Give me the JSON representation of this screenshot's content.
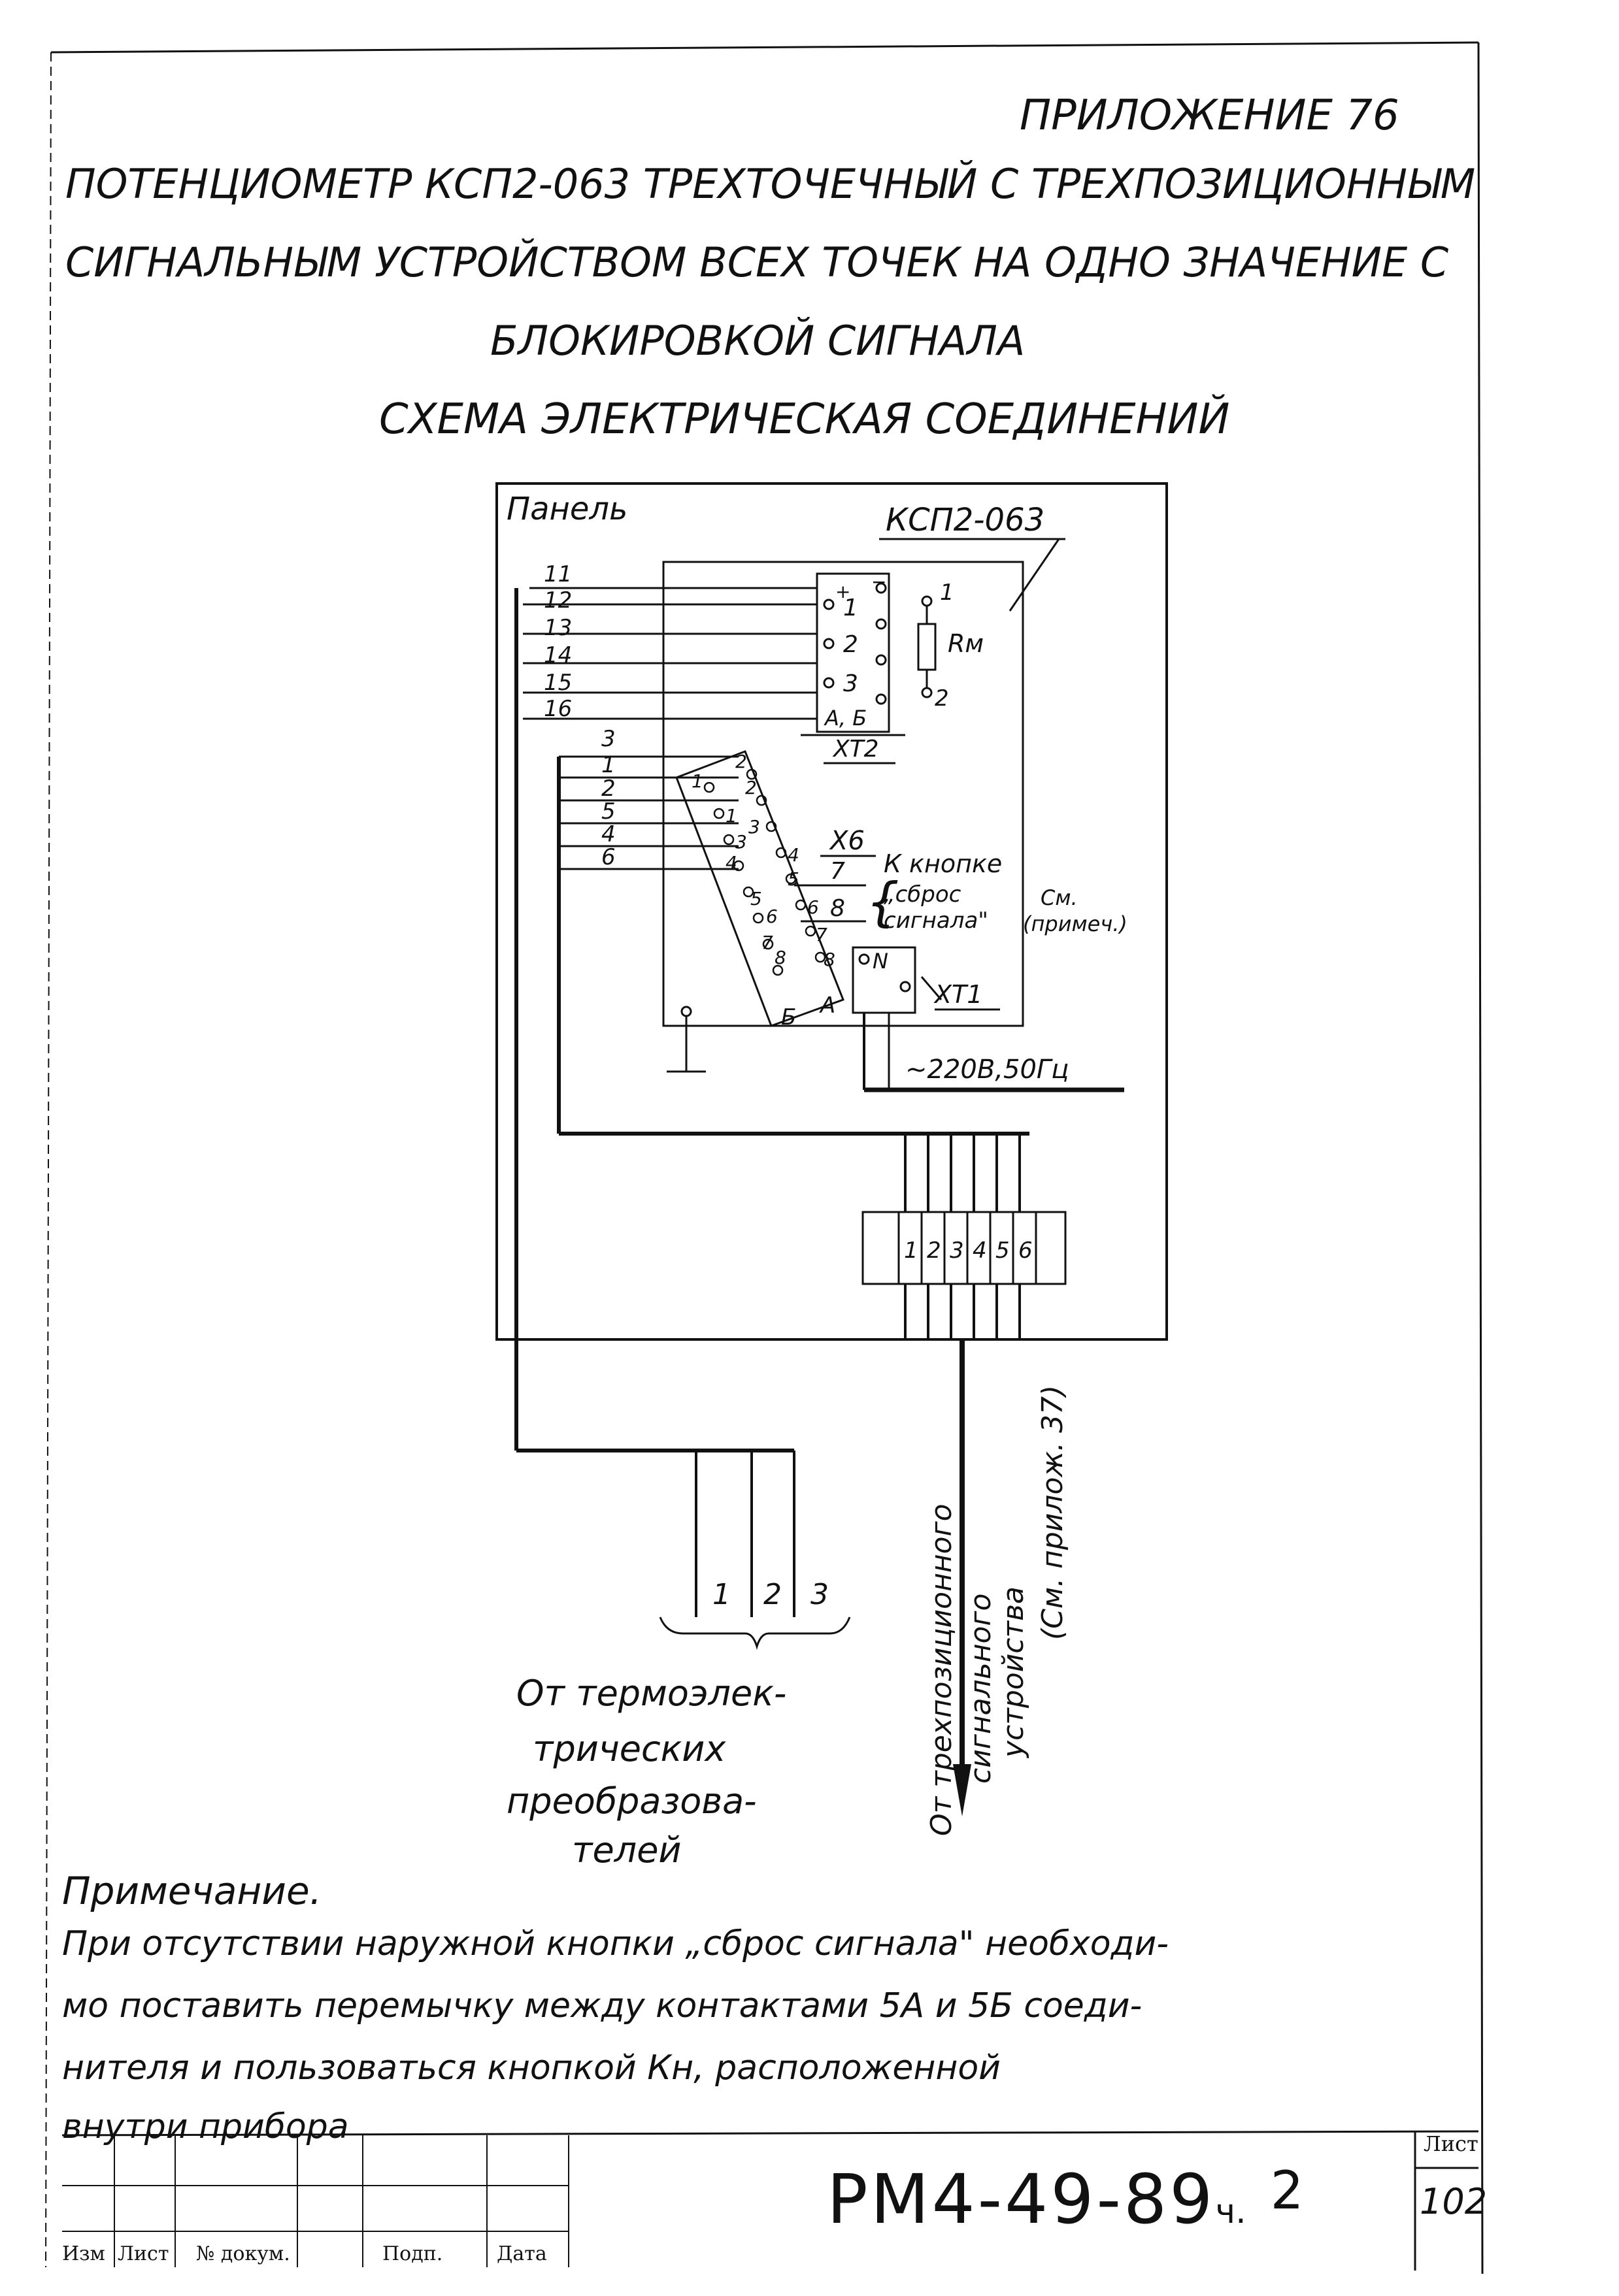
{
  "header": {
    "appendix": "ПРИЛОЖЕНИЕ 76",
    "title_line1": "ПОТЕНЦИОМЕТР КСП2-063 ТРЕХТОЧЕЧНЫЙ С ТРЕХПОЗИЦИОННЫМ",
    "title_line2": "СИГНАЛЬНЫМ УСТРОЙСТВОМ ВСЕХ ТОЧЕК НА ОДНО ЗНАЧЕНИЕ С",
    "title_line3": "БЛОКИРОВКОЙ СИГНАЛА",
    "subtitle": "СХЕМА ЭЛЕКТРИЧЕСКАЯ СОЕДИНЕНИЙ"
  },
  "diagram": {
    "panel_label": "Панель",
    "device_label": "КСП2-063",
    "upper_wires": [
      "11",
      "12",
      "13",
      "14",
      "15",
      "16"
    ],
    "lower_wires": [
      "3",
      "1",
      "2",
      "5",
      "4",
      "6"
    ],
    "xt2_contacts": [
      "1",
      "2",
      "3"
    ],
    "xt2_polarity": [
      "+",
      "−"
    ],
    "xt2_columns": "А, Б",
    "xt2_label": "ХТ2",
    "rm_label": "Rм",
    "rm_terminals": [
      "1",
      "2"
    ],
    "x6_label": "Х6",
    "x6_pins": [
      "1",
      "2",
      "1",
      "2",
      "3",
      "3",
      "4",
      "4",
      "5",
      "5",
      "6",
      "6",
      "7",
      "7",
      "8",
      "8"
    ],
    "x6_columns": [
      "Б",
      "А"
    ],
    "button_wires": [
      "7",
      "8"
    ],
    "button_note": "К кнопке „сброс сигнала\"",
    "see_note": "(См. примеч.)",
    "xt1_label": "ХТ1",
    "xt1_n": "N",
    "power_label": "~220В,50Гц",
    "terminal_block": [
      "1",
      "2",
      "3",
      "4",
      "5",
      "6"
    ],
    "cable_numbers": [
      "1",
      "2",
      "3"
    ],
    "thermo_source": [
      "От термоэлек-",
      "трических",
      "преобразова-",
      "телей"
    ],
    "alarm_source": [
      "От трехпозиционного",
      "сигнального",
      "устройства",
      "(См. прилож. 37)"
    ]
  },
  "note": {
    "title": "Примечание.",
    "line1": "При отсутствии наружной кнопки „сброс сигнала\" необходи-",
    "line2": "мо поставить перемычку между контактами 5А и 5Б соеди-",
    "line3": "нителя и пользоваться кнопкой Кн, расположенной",
    "line4": "внутри прибора"
  },
  "title_block": {
    "code": "РМ4-49-89",
    "part_prefix": "ч.",
    "part": "2",
    "sheet_label": "Лист",
    "sheet_number": "102",
    "col_izm": "Изм",
    "col_list": "Лист",
    "col_doc": "№ докум.",
    "col_sign": "Подп.",
    "col_date": "Дата"
  }
}
